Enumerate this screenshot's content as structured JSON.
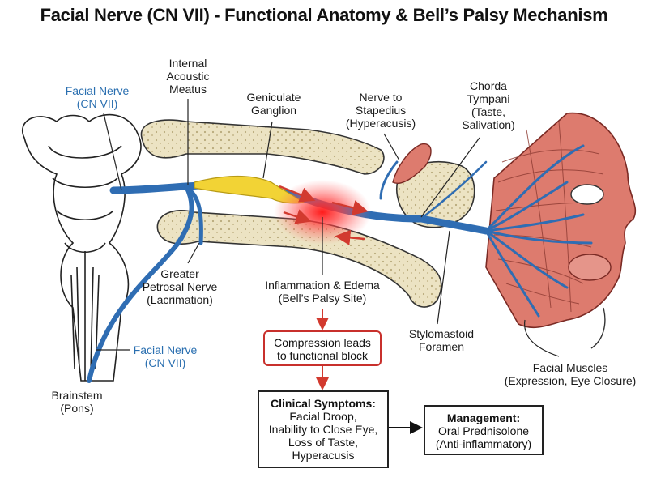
{
  "title": "Facial Nerve (CN VII) - Functional Anatomy & Bell’s Palsy Mechanism",
  "labels": {
    "facial_nerve_top": [
      "Facial Nerve",
      "(CN VII)"
    ],
    "internal_acoustic_meatus": [
      "Internal",
      "Acoustic",
      "Meatus"
    ],
    "geniculate_ganglion": [
      "Geniculate",
      "Ganglion"
    ],
    "nerve_to_stapedius": [
      "Nerve to",
      "Stapedius",
      "(Hyperacusis)"
    ],
    "chorda_tympani": [
      "Chorda",
      "Tympani",
      "(Taste,",
      "Salivation)"
    ],
    "greater_petrosal_nerve": [
      "Greater",
      "Petrosal Nerve",
      "(Lacrimation)"
    ],
    "inflammation_edema": [
      "Inflammation & Edema",
      "(Bell’s Palsy Site)"
    ],
    "stylomastoid_foramen": [
      "Stylomastoid",
      "Foramen"
    ],
    "facial_nerve_bottom": [
      "Facial Nerve",
      "(CN VII)"
    ],
    "brainstem": [
      "Brainstem",
      "(Pons)"
    ],
    "facial_muscles": [
      "Facial Muscles",
      "(Expression, Eye Closure)"
    ]
  },
  "flow": {
    "compression": [
      "Compression leads",
      "to functional block"
    ],
    "clinical_title": "Clinical Symptoms:",
    "clinical_items": [
      "Facial Droop,",
      "Inability to Close Eye,",
      "Loss of Taste,",
      "Hyperacusis"
    ],
    "management_title": "Management:",
    "management_items": [
      "Oral Prednisolone",
      "(Anti-inflammatory)"
    ]
  },
  "colors": {
    "nerve": "#2f6db3",
    "bone": "#ece3c3",
    "ganglion": "#f2d335",
    "inflammation": "#ff2a2a",
    "muscle": "#dd7b6e",
    "compression_border": "#c8302c",
    "arrow": "#d23a2f"
  }
}
